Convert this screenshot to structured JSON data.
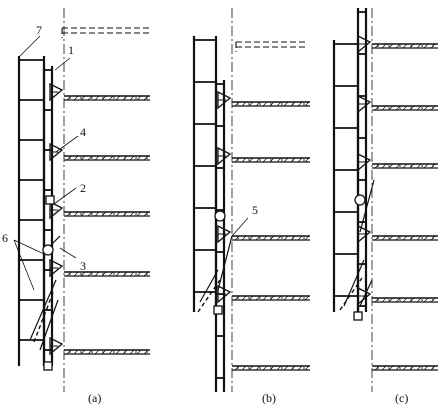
{
  "labels": {
    "l1": "1",
    "l2": "2",
    "l3": "3",
    "l4": "4",
    "l5": "5",
    "l6": "6",
    "l7": "7"
  },
  "captions": {
    "a": "(a)",
    "b": "(b)",
    "c": "(c)"
  }
}
